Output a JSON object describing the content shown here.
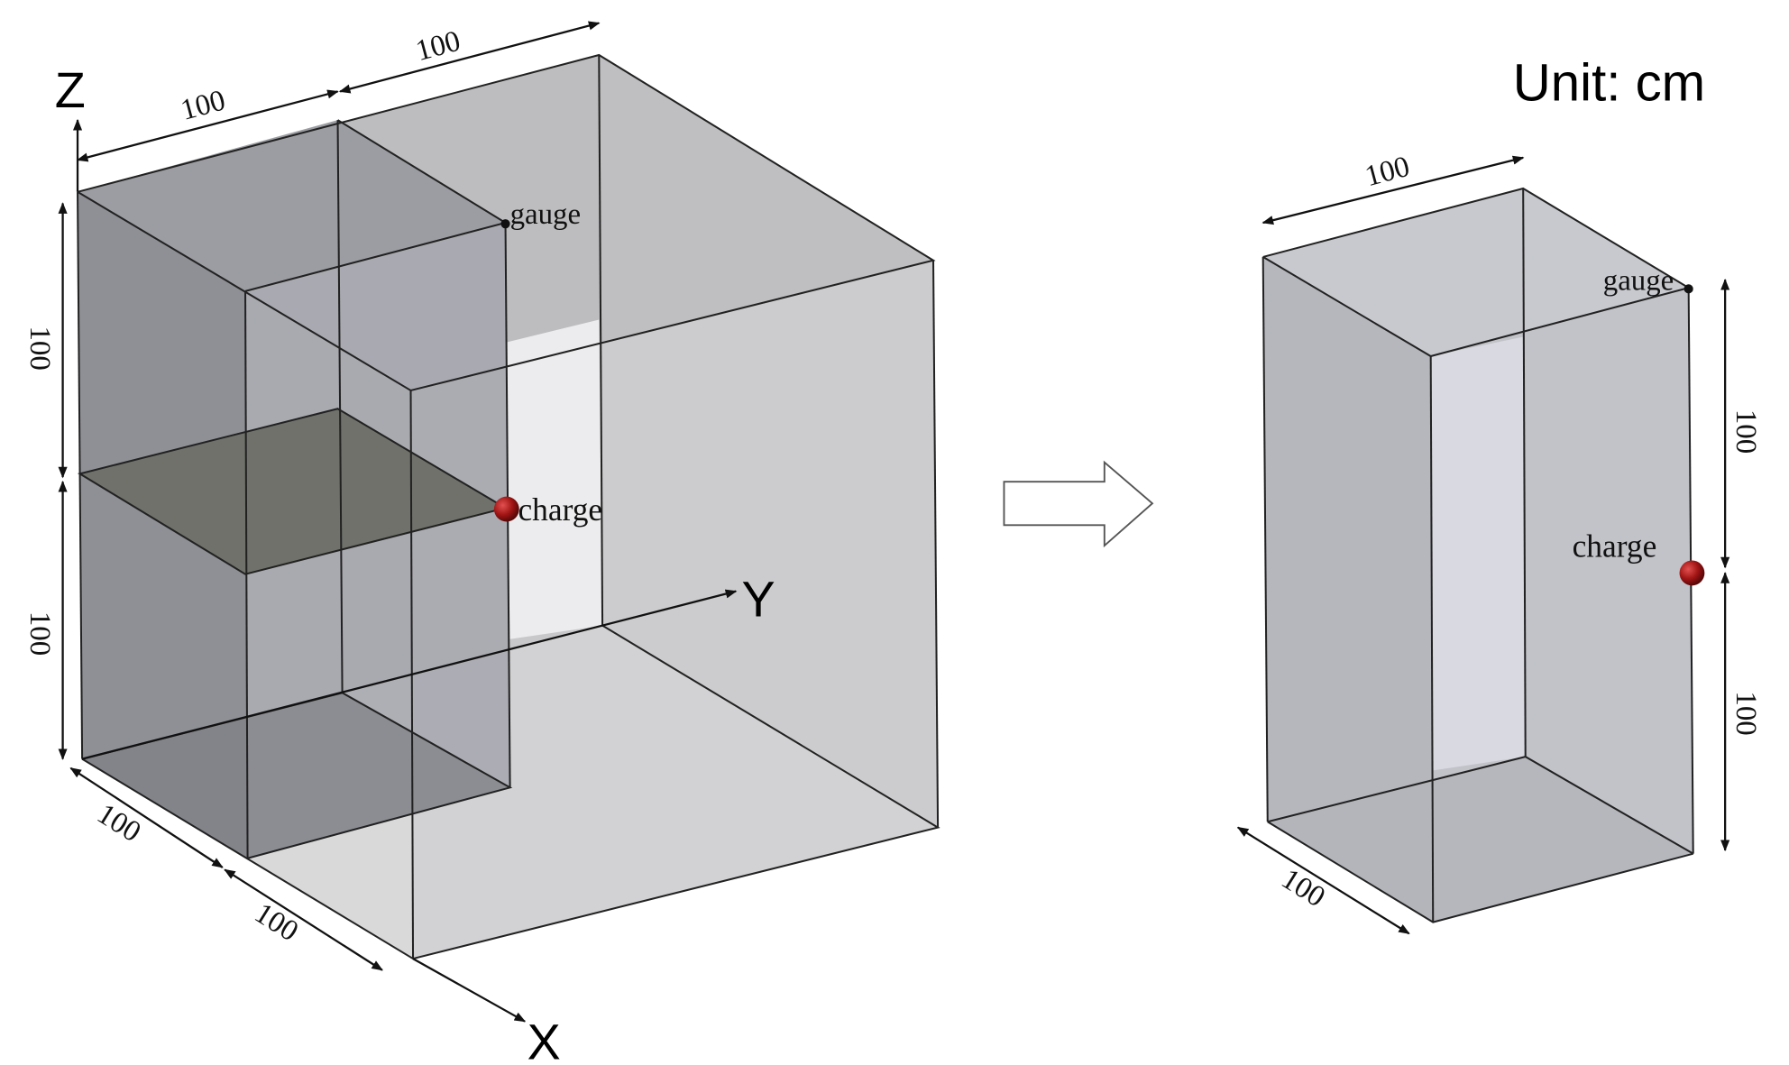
{
  "unit_label": "Unit: cm",
  "axes": {
    "x": "X",
    "y": "Y",
    "z": "Z"
  },
  "left_model": {
    "dims": {
      "top_front": "100",
      "top_back": "100",
      "left_upper": "100",
      "left_lower": "100",
      "bottom_front": "100",
      "bottom_back": "100"
    },
    "gauge_label": "gauge",
    "charge_label": "charge"
  },
  "right_model": {
    "dims": {
      "top": "100",
      "right_upper": "100",
      "right_lower": "100",
      "bottom": "100"
    },
    "gauge_label": "gauge",
    "charge_label": "charge"
  },
  "colors": {
    "charge": "#b01818",
    "face_dark": "#8e8f96",
    "face_light": "#e8e8ea",
    "mid_plane": "#6f716a"
  }
}
